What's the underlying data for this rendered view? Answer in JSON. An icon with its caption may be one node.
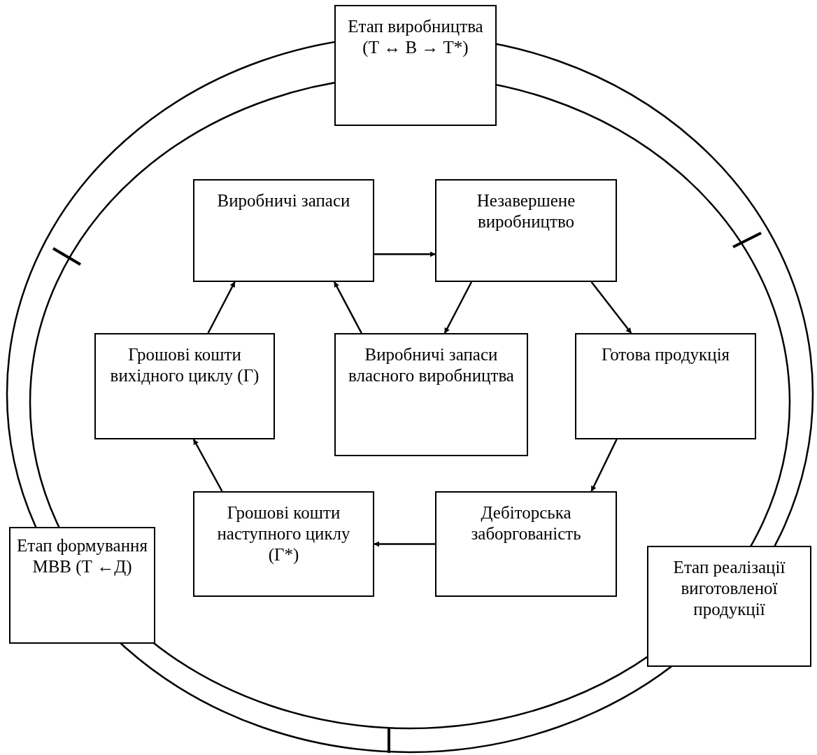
{
  "diagram": {
    "nodes": [
      {
        "text": [
          "Етап виробництва (Т ↔ В → Т*)"
        ]
      },
      {
        "text": [
          "Виробничі запаси"
        ]
      },
      {
        "text": [
          "Незавершене виробництво"
        ]
      },
      {
        "text": [
          "Грошові кошти вихідного циклу (Г)"
        ]
      },
      {
        "text": [
          "Виробничі запаси власного виробництва"
        ]
      },
      {
        "text": [
          "Готова продукція"
        ]
      },
      {
        "text": [
          "Грошові кошти наступного циклу (Г*)"
        ]
      },
      {
        "text": [
          "Дебіторська заборгованість"
        ]
      },
      {
        "text": [
          "Етап формування МВВ (Т ←Д)"
        ]
      },
      {
        "text": [
          "Етап реалізації виготовленої продукції"
        ]
      }
    ],
    "edges": [
      {
        "from": 1,
        "to": 2,
        "arrow": "to"
      },
      {
        "from": 2,
        "to": 4,
        "arrow": "to"
      },
      {
        "from": 2,
        "to": 5,
        "arrow": "to"
      },
      {
        "from": 4,
        "to": 1,
        "arrow": "to"
      },
      {
        "from": 3,
        "to": 1,
        "arrow": "to"
      },
      {
        "from": 5,
        "to": 7,
        "arrow": "to"
      },
      {
        "from": 7,
        "to": 6,
        "arrow": "to"
      },
      {
        "from": 6,
        "to": 3,
        "arrow": "to"
      }
    ]
  }
}
